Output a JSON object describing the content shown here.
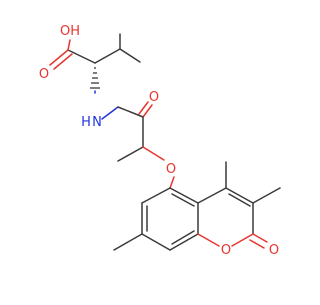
{
  "molecule": {
    "labels": {
      "hydroxyl": "OH",
      "acid_carbonyl_o": "O",
      "amide_nh": "N",
      "amide_h": "H",
      "amide_carbonyl_o": "O",
      "ether_o": "O",
      "ring_o": "O",
      "lactone_carbonyl_o": "O"
    },
    "colors": {
      "bond": "#3a3a3a",
      "oxygen": "#e8342c",
      "nitrogen": "#2233dd"
    }
  }
}
